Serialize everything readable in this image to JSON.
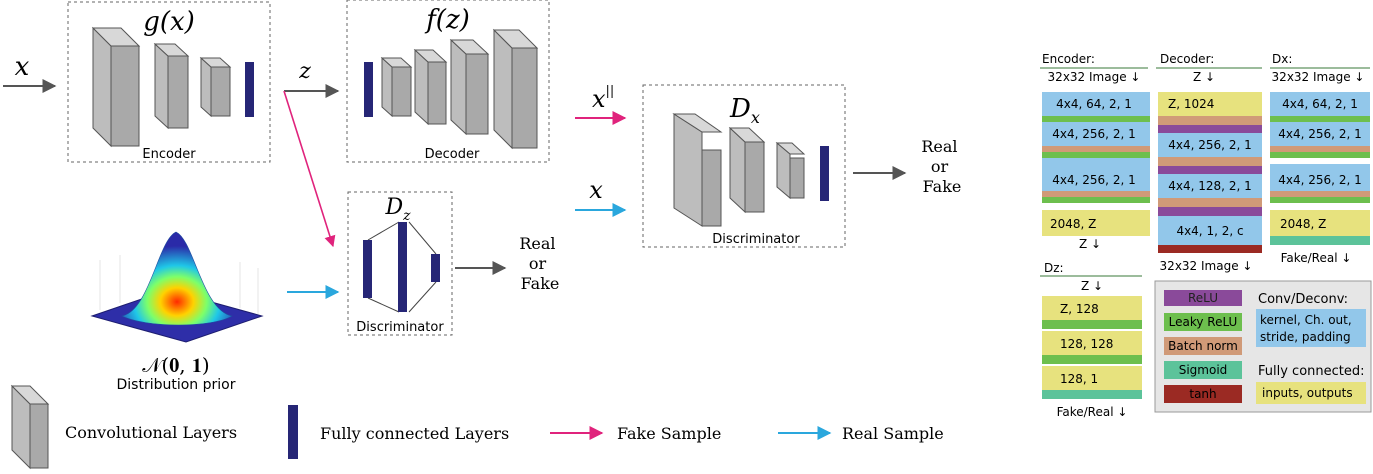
{
  "main": {
    "encoder_func": "g(x)",
    "decoder_func": "f(z)",
    "disc_x_func": "D",
    "disc_x_sub": "x",
    "disc_z_func": "D",
    "disc_z_sub": "z",
    "encoder_label": "Encoder",
    "decoder_label": "Decoder",
    "disc_x_label": "Discriminator",
    "disc_z_label": "Discriminator",
    "input_x": "x",
    "latent_z": "z",
    "recon_x": "x",
    "recon_sup": "||",
    "real_x": "x",
    "out_x": [
      "Real",
      "or",
      "Fake"
    ],
    "out_z": [
      "Real",
      "or",
      "Fake"
    ],
    "prior_formula": "𝒩(𝟎, 𝟏)",
    "prior_label": "Distribution prior"
  },
  "legend_bottom": {
    "conv": "Convolutional Layers",
    "fc": "Fully connected Layers",
    "fake": "Fake Sample",
    "real": "Real Sample"
  },
  "tables": {
    "encoder": {
      "title": "Encoder:",
      "top": "32x32 Image ↓",
      "rows": [
        "4x4, 64, 2, 1",
        "4x4, 256, 2, 1",
        "4x4, 256, 2, 1",
        "2048, Z"
      ],
      "bottom": "Z ↓"
    },
    "decoder": {
      "title": "Decoder:",
      "top": "Z ↓",
      "rows": [
        "Z, 1024",
        "4x4, 256, 2, 1",
        "4x4, 128, 2, 1",
        "4x4, 1, 2, c"
      ],
      "bottom": "32x32 Image ↓"
    },
    "dx": {
      "title": "Dx:",
      "top": "32x32 Image ↓",
      "rows": [
        "4x4, 64, 2, 1",
        "4x4, 256, 2, 1",
        "4x4, 256, 2, 1",
        "2048, Z"
      ],
      "bottom": "Fake/Real ↓"
    },
    "dz": {
      "title": "Dz:",
      "top": "Z ↓",
      "rows": [
        "Z, 128",
        "128, 128",
        "128, 1"
      ],
      "bottom": "Fake/Real ↓"
    }
  },
  "key": {
    "relu": "ReLU",
    "leaky": "Leaky ReLU",
    "bn": "Batch norm",
    "sigmoid": "Sigmoid",
    "tanh": "tanh",
    "conv_title": "Conv/Deconv:",
    "conv_desc": [
      "kernel, Ch. out,",
      "stride, padding"
    ],
    "fc_title": "Fully connected:",
    "fc_desc": "inputs, outputs"
  },
  "colors": {
    "blue_layer": "#92c7ea",
    "green": "#6dbf4e",
    "orange": "#d09a78",
    "purple": "#8a4a9a",
    "yellow": "#e7e27e",
    "teal": "#5cc39a",
    "darkred": "#9b2a23",
    "fake_arrow": "#e0237c",
    "real_arrow": "#2aa7dd",
    "fc_layer": "#262676"
  }
}
